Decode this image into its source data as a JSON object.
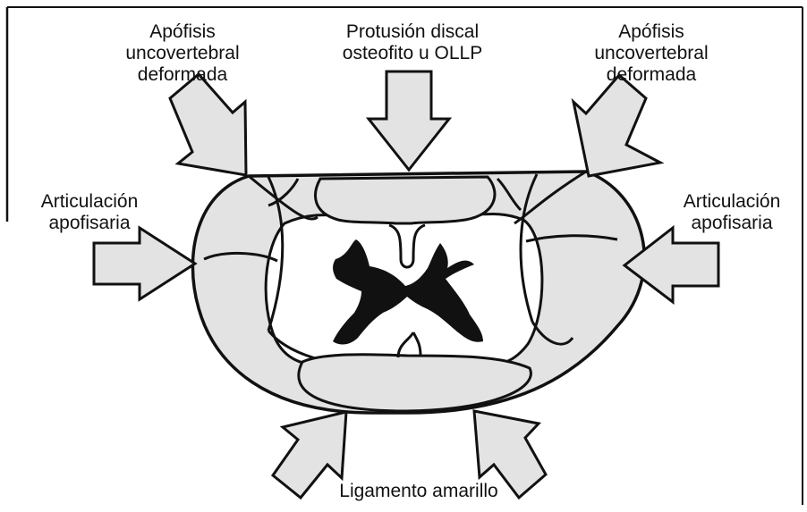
{
  "labels": {
    "top_left": [
      "Apófisis",
      "uncovertebral",
      "deformada"
    ],
    "top_center": [
      "Protusión discal",
      "osteofito u OLLP"
    ],
    "top_right": [
      "Apófisis",
      "uncovertebral",
      "deformada"
    ],
    "left": [
      "Articulación",
      "apofisaria"
    ],
    "right": [
      "Articulación",
      "apofisaria"
    ],
    "bottom": "Ligamento amarillo"
  },
  "colors": {
    "fill": "#e3e3e3",
    "stroke": "#111111",
    "background": "#ffffff"
  }
}
